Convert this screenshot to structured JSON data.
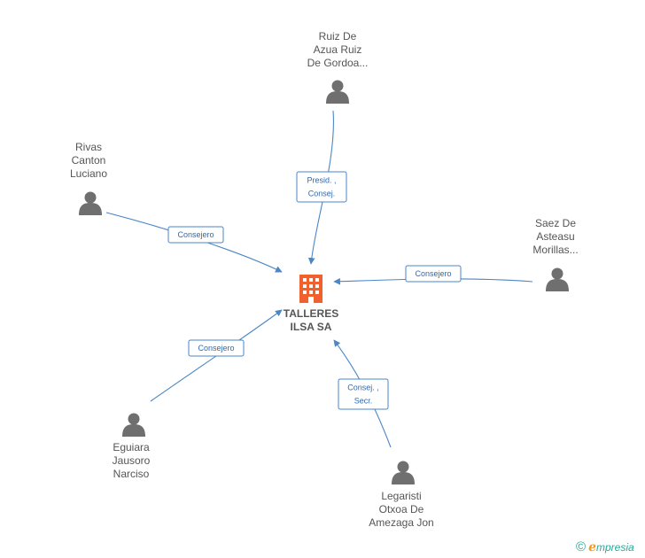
{
  "center": {
    "label_lines": [
      "TALLERES",
      "ILSA SA"
    ],
    "icon": "building-icon",
    "color": "#f0612d"
  },
  "people": [
    {
      "id": "ruiz",
      "label_lines": [
        "Ruiz De",
        "Azua Ruiz",
        "De Gordoa..."
      ],
      "role_lines": [
        "Presid. ,",
        "Consej."
      ]
    },
    {
      "id": "rivas",
      "label_lines": [
        "Rivas",
        "Canton",
        "Luciano"
      ],
      "role_lines": [
        "Consejero"
      ]
    },
    {
      "id": "saez",
      "label_lines": [
        "Saez De",
        "Asteasu",
        "Morillas..."
      ],
      "role_lines": [
        "Consejero"
      ]
    },
    {
      "id": "eguiara",
      "label_lines": [
        "Eguiara",
        "Jausoro",
        "Narciso"
      ],
      "role_lines": [
        "Consejero"
      ]
    },
    {
      "id": "legaristi",
      "label_lines": [
        "Legaristi",
        "Otxoa De",
        "Amezaga Jon"
      ],
      "role_lines": [
        "Consej. ,",
        "Secr."
      ]
    }
  ],
  "colors": {
    "edge": "#4a86c8",
    "person": "#6f6f6f",
    "text": "#555555"
  },
  "footer": {
    "copyright_symbol": "©",
    "brand_first": "ℯ",
    "brand_rest": "mpresia"
  }
}
